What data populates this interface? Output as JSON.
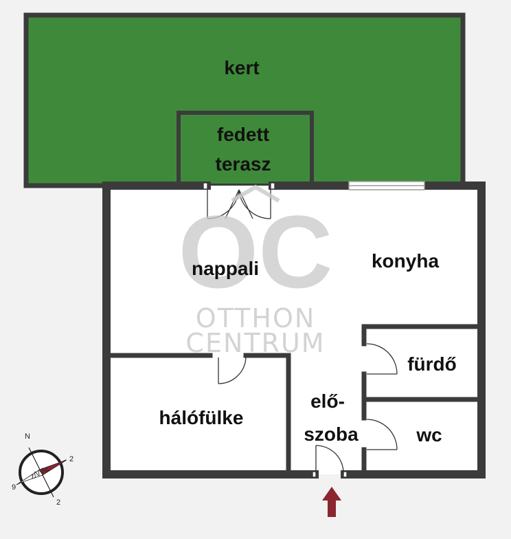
{
  "colors": {
    "garden": "#3f8a3a",
    "wall": "#3b3b3b",
    "floor": "#ffffff",
    "background": "#f2f2f2",
    "arrow": "#8b2630",
    "watermark": "#c9c9c9"
  },
  "rooms": {
    "kert": "kert",
    "fedett_terasz_line1": "fedett",
    "fedett_terasz_line2": "terasz",
    "nappali": "nappali",
    "konyha": "konyha",
    "furdo": "fürdő",
    "wc": "wc",
    "haloflke": "hálófülke",
    "eloszoba_line1": "elő-",
    "eloszoba_line2": "szoba"
  },
  "watermark": {
    "logo": "OC",
    "line1": "OTTHON",
    "line2": "CENTRUM"
  },
  "compass": {
    "north": "N",
    "east": "2",
    "south": "2",
    "west": "9",
    "needle_text": "z/\\/\\/\\c",
    "icon": "compass-icon"
  },
  "entrance": {
    "icon": "entrance-arrow-icon"
  }
}
